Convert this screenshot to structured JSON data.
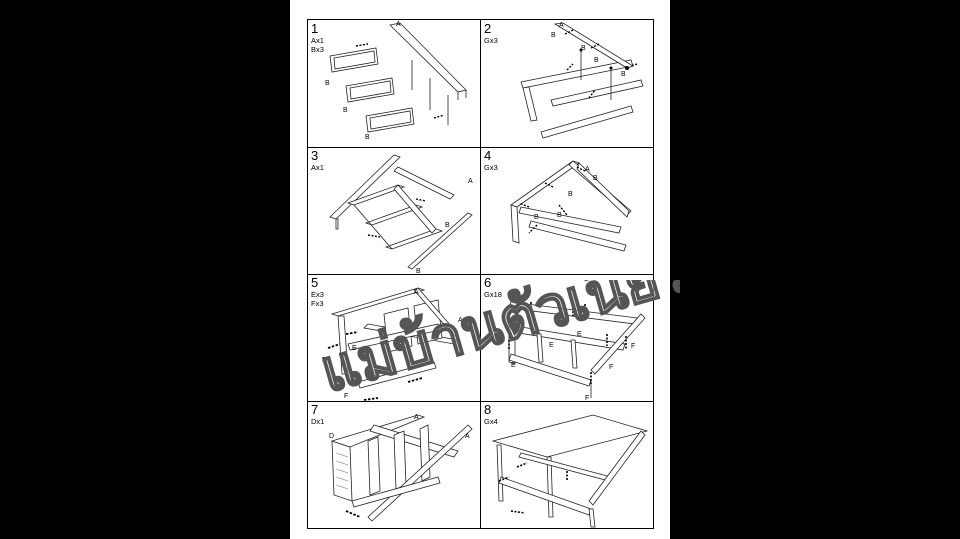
{
  "steps": [
    {
      "number": "1",
      "parts": [
        "Ax1",
        "Bx3"
      ],
      "labels": [
        "A",
        "B",
        "B",
        "B"
      ]
    },
    {
      "number": "2",
      "parts": [
        "Gx3"
      ],
      "labels": [
        "A",
        "B",
        "B",
        "B",
        "B"
      ]
    },
    {
      "number": "3",
      "parts": [
        "Ax1"
      ],
      "labels": [
        "A",
        "B",
        "B"
      ]
    },
    {
      "number": "4",
      "parts": [
        "Gx3"
      ],
      "labels": [
        "A",
        "B",
        "B",
        "B",
        "B"
      ]
    },
    {
      "number": "5",
      "parts": [
        "Ex3",
        "Fx3"
      ],
      "labels": [
        "A",
        "A",
        "E",
        "E",
        "E",
        "F",
        "F",
        "F"
      ]
    },
    {
      "number": "6",
      "parts": [
        "Gx18"
      ],
      "labels": [
        "E",
        "E",
        "E",
        "F",
        "F",
        "F"
      ]
    },
    {
      "number": "7",
      "parts": [
        "Dx1"
      ],
      "labels": [
        "D",
        "A",
        "A"
      ]
    },
    {
      "number": "8",
      "parts": [
        "Gx4"
      ],
      "labels": []
    }
  ],
  "watermark": "แม่บ้านตัวเนียร์",
  "colors": {
    "background": "#000000",
    "sheet": "#ffffff",
    "line": "#222222",
    "frame": "#9a9a9a"
  }
}
